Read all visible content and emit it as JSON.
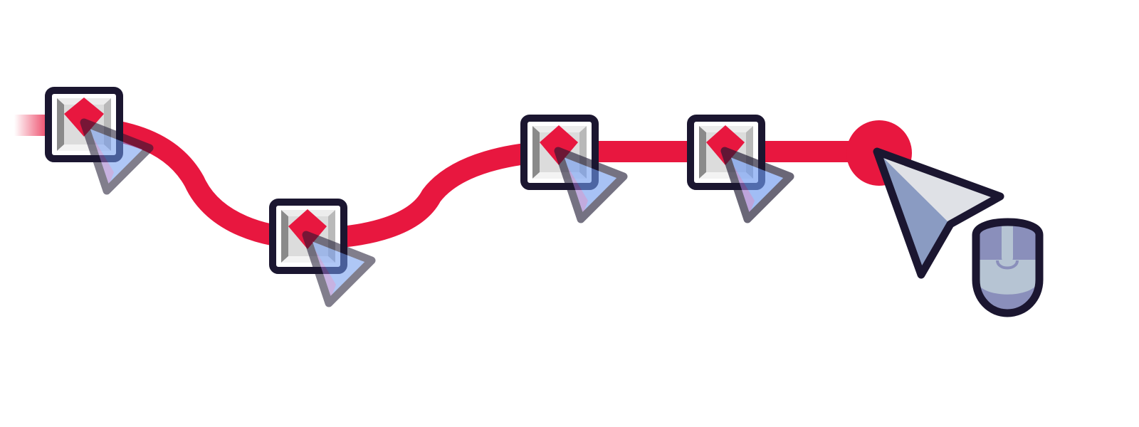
{
  "illustration": {
    "subject": "mouse-drag-path",
    "waypoints": 4,
    "colors": {
      "background": "#ffffff",
      "path": "#e8173f",
      "outline": "#1b1630",
      "handle_light": "#dcdcdc",
      "handle_shadow": "#8a8a8a",
      "cursor_fill": "#8a9bc2",
      "cursor_highlight": "#dfe1e6",
      "ghost_cursor_blue": "#6f9af0",
      "ghost_cursor_purple": "#9a74c9",
      "mouse_body": "#b6c4d3",
      "mouse_top": "#8a8fbb"
    },
    "icons": [
      "drag-path",
      "drag-handle-icon",
      "cursor-arrow-icon",
      "mouse-icon"
    ]
  }
}
